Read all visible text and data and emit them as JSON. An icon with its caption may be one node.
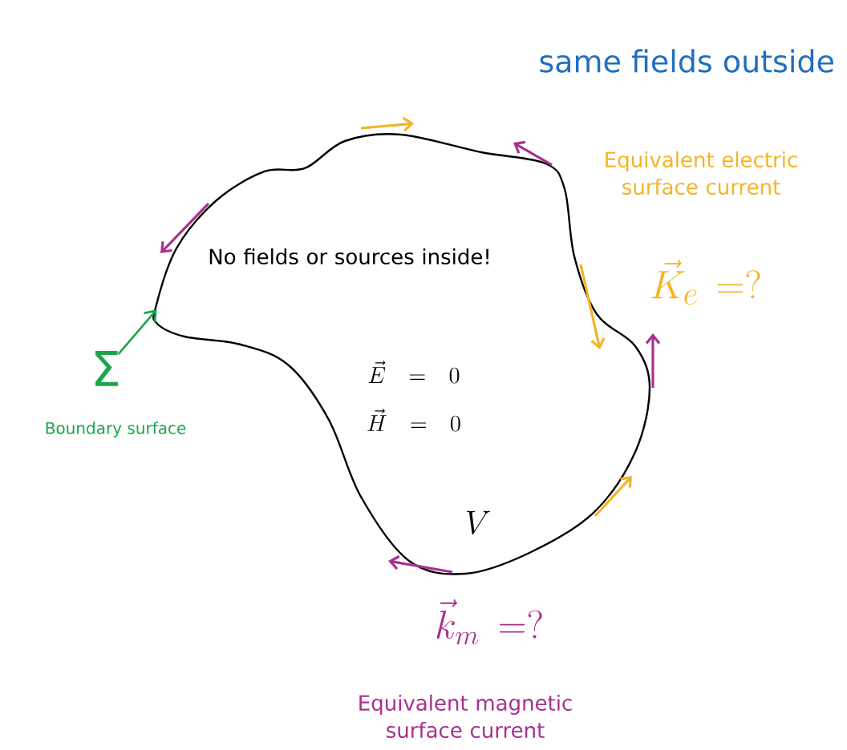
{
  "diagram": {
    "title": "same fields outside",
    "nodes": [
      {
        "text": [
          "No fields or sources inside!",
          "\\vec{E} = 0",
          "\\vec{H} = 0",
          "V"
        ]
      },
      {
        "text": [
          "Σ"
        ],
        "beside": [
          "Boundary surface"
        ]
      }
    ],
    "edges": [
      {
        "from": 1,
        "to": 0,
        "arrow": "to",
        "color": "#1aa64a"
      }
    ],
    "labels": [
      "Equivalent electric surface current",
      "\\vec{K}_e = ?",
      "\\vec{k}_m = ?",
      "Equivalent magnetic surface current"
    ]
  }
}
